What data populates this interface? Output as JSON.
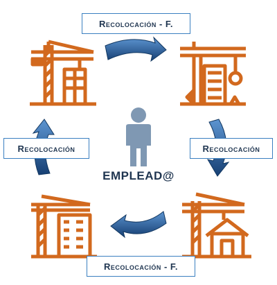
{
  "labels": {
    "top": "Recolocación - F.",
    "bottom": "Recolocación - F.",
    "left": "Recolocación",
    "right": "Recolocación"
  },
  "center": {
    "text": "EMPLEAD@"
  },
  "colors": {
    "icon": "#d2691e",
    "arrow": "#1f5a99",
    "person": "#7f98b3",
    "border": "#3a7fc0"
  },
  "icons": [
    "crane-building-icon",
    "crane-wrecking-ball-icon",
    "crane-house-icon",
    "crane-tall-building-icon"
  ]
}
